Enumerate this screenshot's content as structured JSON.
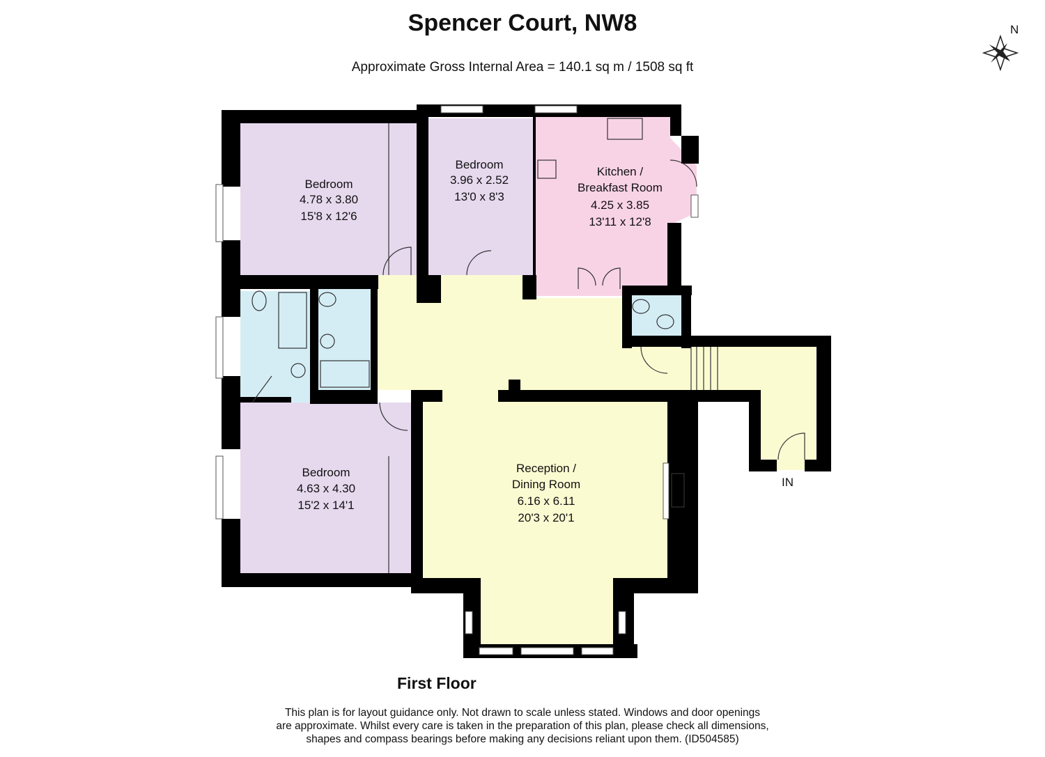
{
  "title": "Spencer Court, NW8",
  "subtitle": "Approximate Gross Internal Area = 140.1 sq m / 1508 sq ft",
  "compass": {
    "label": "N"
  },
  "floor_label": "First Floor",
  "entrance_label": "IN",
  "rooms": {
    "bedroom1": {
      "name": "Bedroom",
      "metric": "4.78 x 3.80",
      "imperial": "15'8 x 12'6"
    },
    "bedroom2": {
      "name": "Bedroom",
      "metric": "3.96 x 2.52",
      "imperial": "13'0 x 8'3"
    },
    "kitchen": {
      "name_line1": "Kitchen /",
      "name_line2": "Breakfast Room",
      "metric": "4.25 x 3.85",
      "imperial": "13'11 x 12'8"
    },
    "bedroom3": {
      "name": "Bedroom",
      "metric": "4.63 x 4.30",
      "imperial": "15'2 x 14'1"
    },
    "reception": {
      "name_line1": "Reception /",
      "name_line2": "Dining Room",
      "metric": "6.16 x 6.11",
      "imperial": "20'3 x 20'1"
    }
  },
  "colors": {
    "bedroom": "#e6d9ee",
    "kitchen": "#f8d3e6",
    "living": "#fbfbd2",
    "wet": "#d4edf5",
    "wall": "#000000"
  },
  "disclaimer": [
    "This plan is for layout guidance only. Not drawn to scale unless stated. Windows and door openings",
    "are approximate. Whilst every care is taken in the preparation of this plan, please check all dimensions,",
    "shapes and compass bearings before making any decisions reliant upon them. (ID504585)"
  ]
}
